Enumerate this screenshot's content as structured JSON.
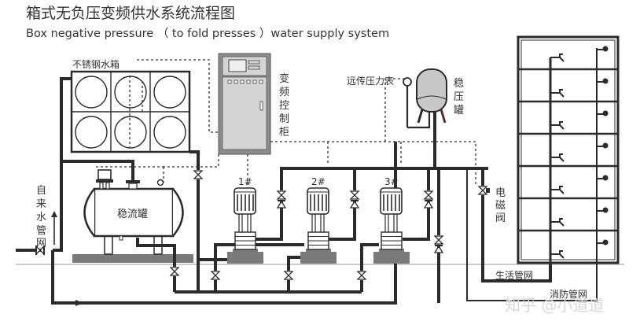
{
  "title": {
    "chinese": "箱式无负压变频供水系统流程图",
    "english": "Box negative pressure （ to fold presses ）water supply system"
  },
  "components": {
    "water_tank": {
      "label": "不锈钢水箱"
    },
    "control_cabinet": {
      "label_chars": [
        "变",
        "频",
        "控",
        "制",
        "柜"
      ]
    },
    "pressure_gauge": {
      "label": "远传压力表"
    },
    "pressure_tank": {
      "label_chars": [
        "稳",
        "压",
        "罐"
      ]
    },
    "stabilizer_tank": {
      "label": "稳流罐"
    },
    "municipal_inlet": {
      "label_chars": [
        "自",
        "来",
        "水",
        "管",
        "网"
      ]
    },
    "solenoid_valve": {
      "label_chars": [
        "电",
        "磁",
        "阀"
      ]
    },
    "pumps": [
      {
        "label": "1#"
      },
      {
        "label": "2#"
      },
      {
        "label": "3#"
      }
    ],
    "domestic_network": {
      "label": "生活管网"
    },
    "fire_network": {
      "label": "消防管网"
    },
    "building": {
      "floors": 7
    }
  },
  "watermark": {
    "text": "知乎 @小道道"
  },
  "colors": {
    "line": "#2b2b2b",
    "cabinet": "#8c8c8c",
    "cabinet_panel": "#d4d4d4",
    "base": "#7a7a7a",
    "tank_fill": "#c8c8c8",
    "ground": "#bcbcbc",
    "watermark": "#d8d8d8"
  }
}
